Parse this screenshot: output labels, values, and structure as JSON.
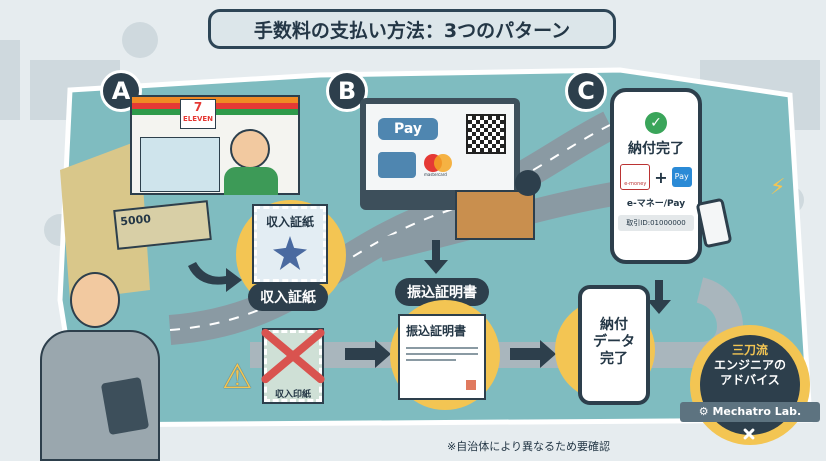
{
  "title": "手数料の支払い方法：3つのパターン",
  "markers": [
    "A",
    "B",
    "C"
  ],
  "store": {
    "sign": "ELEVEN",
    "logo_number": "7",
    "bill": "5000"
  },
  "pattern_a": {
    "stamp_text": "収入証紙",
    "label": "収入証紙",
    "crossed_stamp": "収入印紙"
  },
  "pattern_b": {
    "apple_pay": "Pay",
    "mastercard": "mastercard",
    "label": "振込証明書",
    "document_title": "振込証明書"
  },
  "pattern_c": {
    "status": "納付完了",
    "emoney": "e-money",
    "plus": "+",
    "pay": "Pay",
    "method": "e-マネー/Pay",
    "transaction": "取引ID:01000000"
  },
  "result_phone": {
    "text": "納付\nデータ\n完了"
  },
  "badge": {
    "line1": "三刀流",
    "line2": "エンジニアの",
    "line3": "アドバイス",
    "brand": "Mechatro Lab."
  },
  "footnote": "※自治体により異なるため要確認",
  "colors": {
    "navy": "#2d3f4c",
    "teal": "#7fbcc0",
    "gold": "#f3c553",
    "green": "#3aa55a",
    "red": "#d9534f"
  }
}
